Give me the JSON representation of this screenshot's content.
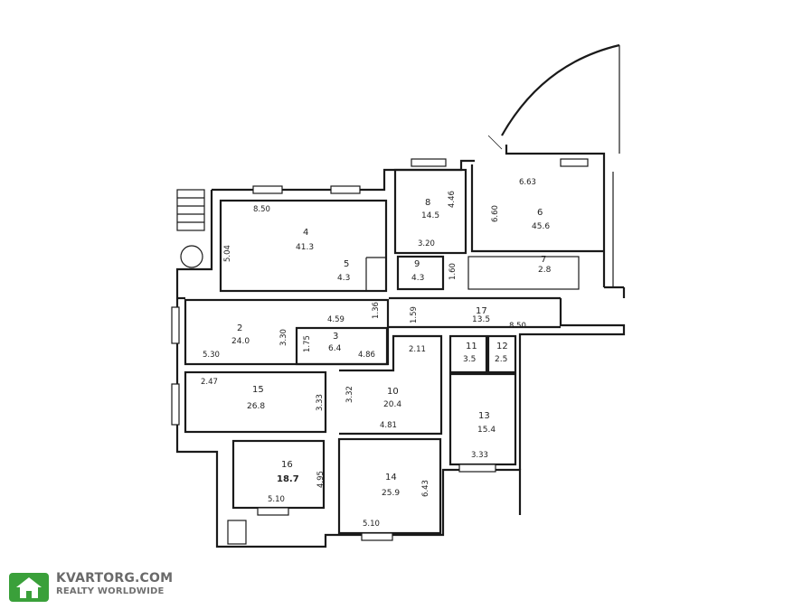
{
  "rooms": [
    {
      "id": "r1",
      "number": "4",
      "area": "41.3"
    },
    {
      "id": "r2",
      "number": "5",
      "area": "4.3"
    },
    {
      "id": "r3",
      "number": "8",
      "area": "14.5"
    },
    {
      "id": "r4",
      "number": "6",
      "area": "45.6"
    },
    {
      "id": "r5",
      "number": "9",
      "area": "4.3"
    },
    {
      "id": "r6",
      "number": "7",
      "area": "2.8"
    },
    {
      "id": "r7",
      "number": "2",
      "area": "24.0"
    },
    {
      "id": "r8",
      "number": "3",
      "area": "6.4"
    },
    {
      "id": "r9",
      "number": "17",
      "area": "13.5"
    },
    {
      "id": "r10",
      "number": "11",
      "area": "3.5"
    },
    {
      "id": "r11",
      "number": "12",
      "area": "2.5"
    },
    {
      "id": "r12",
      "number": "15",
      "area": "26.8"
    },
    {
      "id": "r13",
      "number": "10",
      "area": "20.4"
    },
    {
      "id": "r14",
      "number": "13",
      "area": "15.4"
    },
    {
      "id": "r15",
      "number": "16",
      "area": "18.7"
    },
    {
      "id": "r16",
      "number": "14",
      "area": "25.9"
    }
  ],
  "dimensions": [
    "8.50",
    "5.04",
    "4.46",
    "3.20",
    "6.63",
    "6.60",
    "1.60",
    "4.59",
    "1.36",
    "1.59",
    "8.50",
    "5.30",
    "3.30",
    "1.75",
    "4.86",
    "2.11",
    "2.47",
    "3.33",
    "3.32",
    "4.81",
    "3.33",
    "4.95",
    "5.10",
    "6.43",
    "5.10"
  ],
  "watermark": {
    "brand": "KVARTORG.COM",
    "tagline": "REALTY WORLDWIDE",
    "icon": "house-icon"
  }
}
